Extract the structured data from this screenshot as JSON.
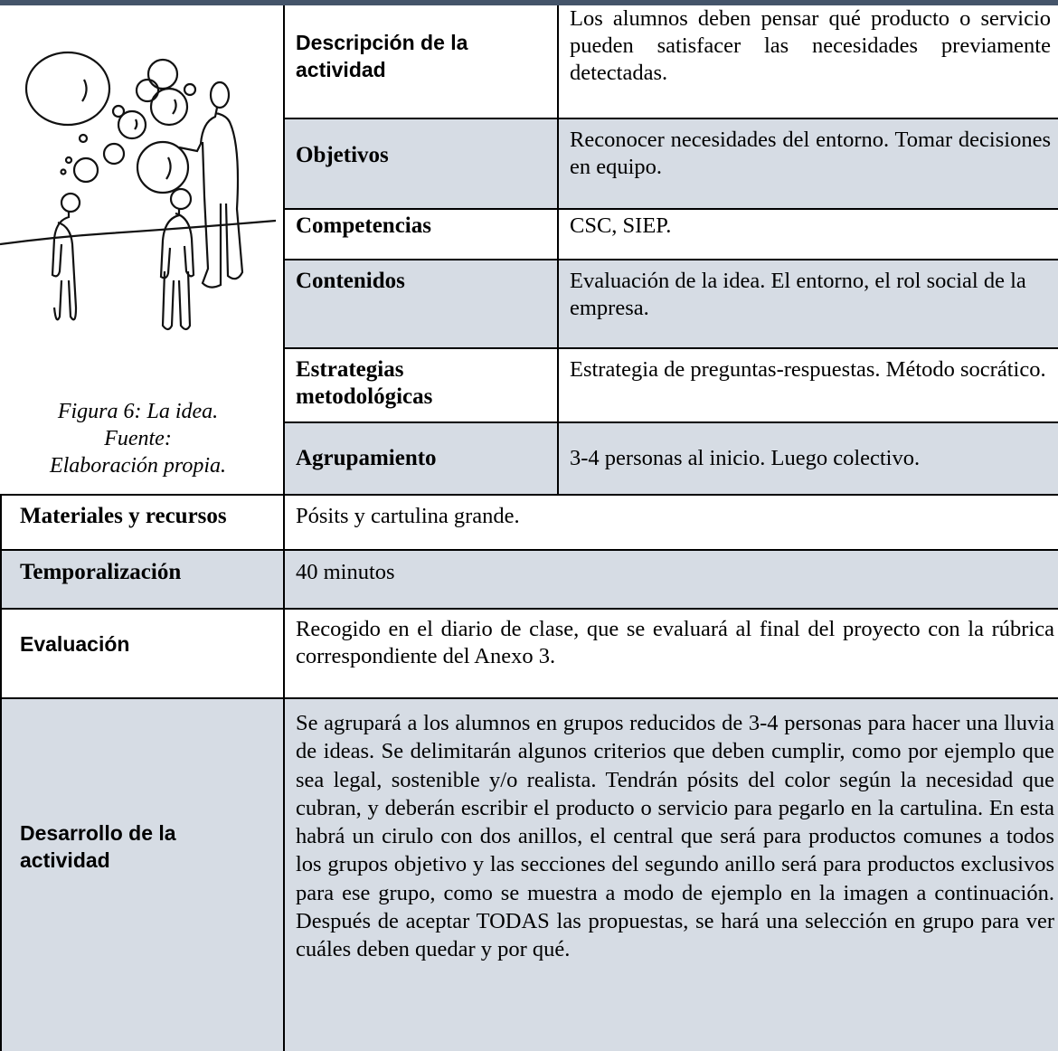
{
  "figure": {
    "caption_lines": [
      "Figura 6: La idea.",
      "Fuente:",
      "Elaboración propia."
    ]
  },
  "rows_top": [
    {
      "label_lines": [
        "Descripción de la",
        "actividad"
      ],
      "value": "Los alumnos deben pensar qué producto o servicio pueden satisfacer las necesidades previamente detectadas."
    },
    {
      "label": "Objetivos",
      "value": "Reconocer necesidades del entorno. Tomar decisiones en equipo."
    },
    {
      "label": "Competencias",
      "value": "CSC, SIEP."
    },
    {
      "label": "Contenidos",
      "value": "Evaluación de la idea. El entorno, el rol social de la empresa."
    },
    {
      "label_lines": [
        "Estrategias",
        "metodológicas"
      ],
      "value": "Estrategia de preguntas-respuestas. Método socrático."
    },
    {
      "label": "Agrupamiento",
      "value": "3-4 personas al inicio. Luego colectivo."
    }
  ],
  "rows_bottom": [
    {
      "label": "Materiales y recursos",
      "value": "Pósits y cartulina grande."
    },
    {
      "label": "Temporalización",
      "value": "40 minutos"
    },
    {
      "label": "Evaluación",
      "value": "Recogido en el diario de clase, que se evaluará al final del proyecto con la rúbrica correspondiente del Anexo 3."
    },
    {
      "label_lines": [
        "Desarrollo de la",
        "actividad"
      ],
      "value": "Se agrupará a los alumnos en grupos reducidos de 3-4 personas para hacer una lluvia de ideas. Se delimitarán algunos criterios que deben cumplir, como por ejemplo que sea legal, sostenible y/o realista. Tendrán pósits del color según la necesidad que cubran, y deberán escribir el producto o servicio para pegarlo en la cartulina. En esta habrá un cirulo con dos anillos, el central que será para productos comunes a todos los grupos objetivo y las secciones del segundo anillo será para productos exclusivos para ese grupo, como se muestra a modo de ejemplo en la imagen a continuación. Después de aceptar TODAS las propuestas, se hará una selección en grupo para ver cuáles deben quedar y por qué."
    }
  ]
}
